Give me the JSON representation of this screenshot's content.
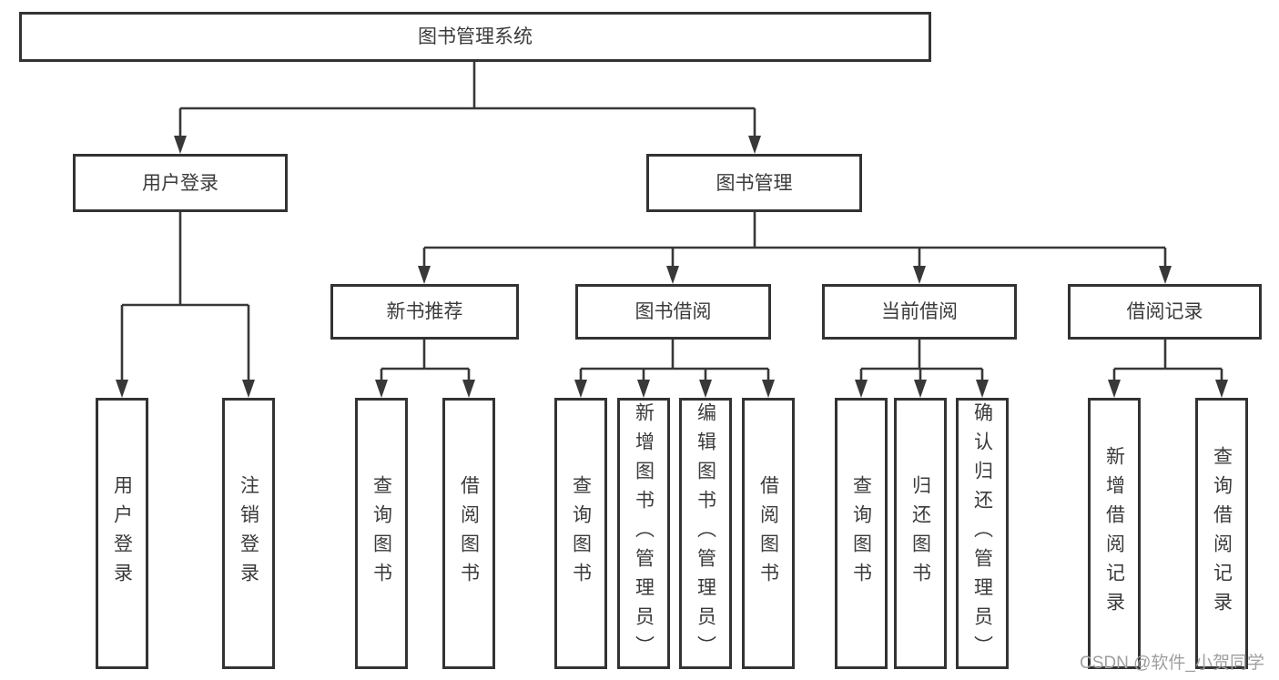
{
  "diagram": {
    "root": "图书管理系统",
    "branches": [
      {
        "label": "用户登录",
        "children": [
          "用户登录",
          "注销登录"
        ]
      },
      {
        "label": "图书管理",
        "groups": [
          {
            "label": "新书推荐",
            "children": [
              "查询图书",
              "借阅图书"
            ]
          },
          {
            "label": "图书借阅",
            "children": [
              "查询图书",
              "新增图书（管理员）",
              "编辑图书（管理员）",
              "借阅图书"
            ]
          },
          {
            "label": "当前借阅",
            "children": [
              "查询图书",
              "归还图书",
              "确认归还（管理员）"
            ]
          },
          {
            "label": "借阅记录",
            "children": [
              "新增借阅记录",
              "查询借阅记录"
            ]
          }
        ]
      }
    ]
  },
  "colors": {
    "line": "#383838",
    "border": "#333333",
    "text": "#3b3b3b",
    "watermark": "#9f9f9f"
  },
  "watermark": "CSDN @软件_小贺同学"
}
